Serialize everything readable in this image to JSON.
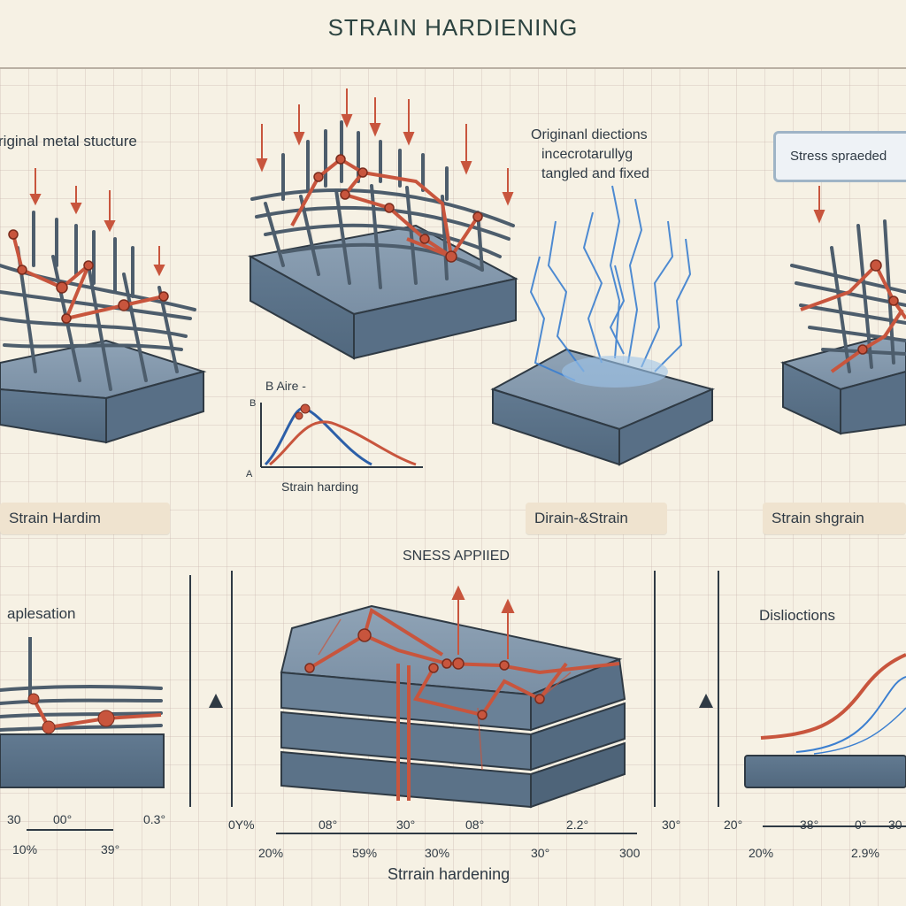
{
  "title": "STRAIN HARDIENING",
  "panels": {
    "p1_label": "riginal metal stucture",
    "p3_label_line1": "Originanl diections",
    "p3_label_line2": "incecrotarullyg",
    "p3_label_line3": "tangled and fixed",
    "p4_callout": "Stress spraeded"
  },
  "box_labels": {
    "left": "Strain Hardim",
    "middle": "Dirain-&Strain",
    "right": "Strain shgrain"
  },
  "mini_chart": {
    "top_label": "B Aire -",
    "y_tick": "B",
    "x_origin": "A",
    "caption": "Strain harding"
  },
  "bottom": {
    "stress_applied": "SNESS APPIIED",
    "left_label": "aplesation",
    "right_label": "Dislioctions",
    "caption": "Strrain hardening",
    "left_ticks_top": [
      "30",
      "00°",
      "0.3°"
    ],
    "left_ticks_bottom": [
      "10%",
      "39°"
    ],
    "mid_ticks_top": [
      "0Y%",
      "08°",
      "30°",
      "08°",
      "2.2°",
      "30°"
    ],
    "mid_ticks_bottom": [
      "20%",
      "59%",
      "30%",
      "30°",
      "300"
    ],
    "right_ticks_top": [
      "20°",
      "38°",
      "0°",
      "30"
    ],
    "right_ticks_bottom": [
      "20%",
      "2.9%"
    ]
  },
  "colors": {
    "accent_red": "#c8553d",
    "block_steel": "#6b8096",
    "wave_blue": "#3b7fd0",
    "paper": "#f6f1e4"
  }
}
